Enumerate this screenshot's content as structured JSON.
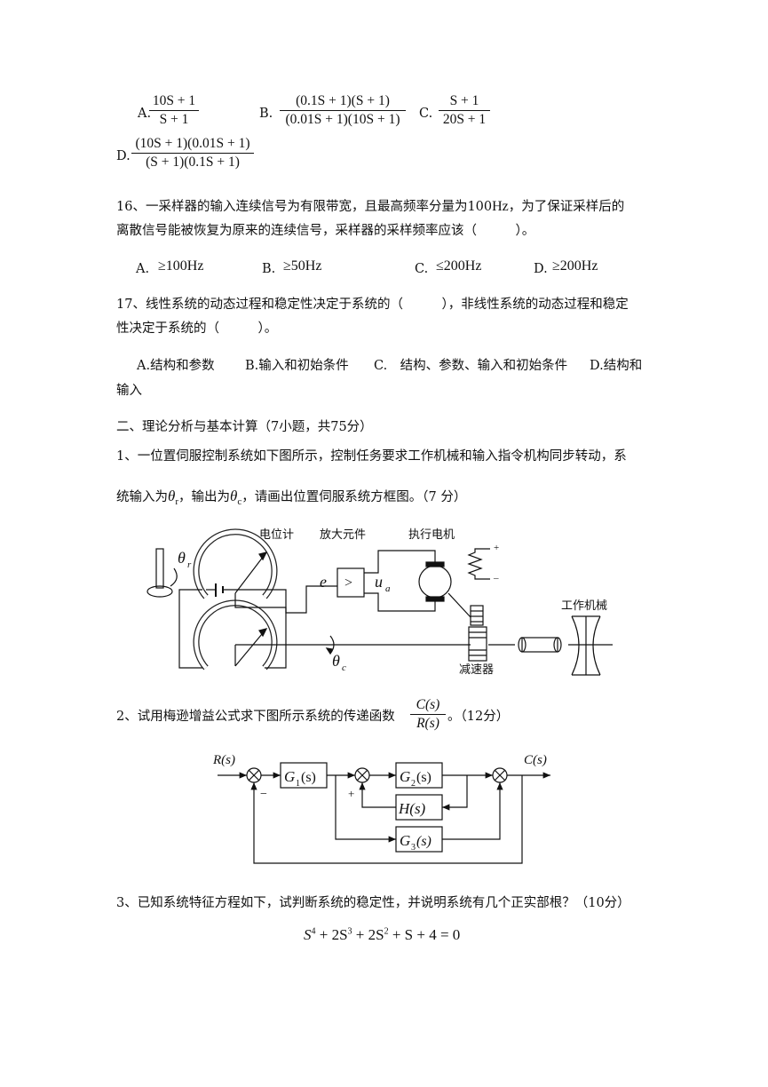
{
  "q15_options": {
    "a_label": "A.",
    "a_num": "10S + 1",
    "a_den": "S + 1",
    "b_label": "B.",
    "b_num": "(0.1S + 1)(S + 1)",
    "b_den": "(0.01S + 1)(10S + 1)",
    "c_label": "C.",
    "c_num": "S + 1",
    "c_den": "20S + 1",
    "d_label": "D.",
    "d_num": "(10S + 1)(0.01S + 1)",
    "d_den": "(S + 1)(0.1S + 1)"
  },
  "q16": {
    "line1_pre": "16、一采样器的输入连续信号为有限带宽，且最高频率分量为100",
    "line1_unit": "Hz",
    "line1_post": "，为了保证采样后的",
    "line2": "离散信号能被恢复为原来的连续信号，采样器的采样频率应该（　　　）。",
    "opt_a_label": "A.",
    "opt_a": "≥100Hz",
    "opt_b_label": "B.",
    "opt_b": "≥50Hz",
    "opt_c_label": "C.",
    "opt_c": "≤200Hz",
    "opt_d_label": "D.",
    "opt_d": "≥200Hz"
  },
  "q17": {
    "line1": "17、线性系统的动态过程和稳定性决定于系统的（　　　），非线性系统的动态过程和稳定",
    "line2": "性决定于系统的（　　　）。",
    "opt_a": "A.结构和参数",
    "opt_b": "B.输入和初始条件",
    "opt_c": "C.　结构、参数、输入和初始条件",
    "opt_d": "D.结构和",
    "opt_d_cont": "输入"
  },
  "section2": {
    "heading": "二、理论分析与基本计算（7小题，共75分）"
  },
  "p1": {
    "line1": "1、一位置伺服控制系统如下图所示，控制任务要求工作机械和输入指令机构同步转动，系",
    "line2_a": "统输入为",
    "theta_r": "θ",
    "theta_r_sub": "r",
    "line2_b": "，输出为",
    "theta_c": "θ",
    "theta_c_sub": "c",
    "line2_c": "，请画出位置伺服系统方框图。（7 分）",
    "fig": {
      "label_pot": "电位计",
      "label_amp": "放大元件",
      "label_motor": "执行电机",
      "label_machine": "工作机械",
      "label_reducer": "减速器",
      "e": "e",
      "amp_symbol": ">",
      "u": "u",
      "u_sub": "a",
      "theta": "θ",
      "theta_r_sub": "r",
      "theta_c_sub": "c",
      "plus": "+",
      "minus": "–"
    }
  },
  "p2": {
    "line_pre": "2、试用梅逊增益公式求下图所示系统的传递函数",
    "tf_num": "C(s)",
    "tf_den": "R(s)",
    "line_post": "。（12分）",
    "fig": {
      "input": "R(s)",
      "output": "C(s)",
      "g1": "G",
      "g1_sub": "1",
      "g1_arg": "(s)",
      "g2": "G",
      "g2_sub": "2",
      "g2_arg": "(s)",
      "h": "H(s)",
      "g3": "G",
      "g3_sub": "3",
      "g3_arg": "(s)",
      "minus": "−",
      "plus": "+"
    }
  },
  "p3": {
    "line": "3、已知系统特征方程如下，试判断系统的稳定性，并说明系统有几个正实部根？（10分）",
    "eq_s": "S",
    "eq_p1": "4",
    "eq_t1": " + 2S",
    "eq_p2": "3",
    "eq_t2": " + 2S",
    "eq_p3": "2",
    "eq_t3": " + S + 4 = 0"
  }
}
